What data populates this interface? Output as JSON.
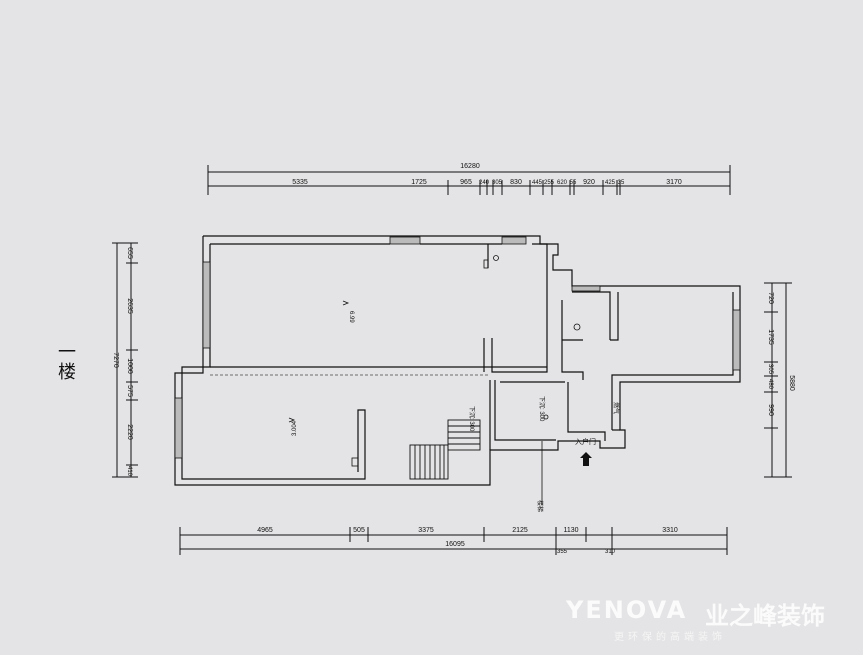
{
  "floor_label": "一楼",
  "top_dims": {
    "total": "16280",
    "segments": [
      "5335",
      "1725",
      "965",
      "240",
      "305",
      "830",
      "445",
      "255",
      "620",
      "55",
      "920",
      "425",
      "35",
      "3170"
    ]
  },
  "bottom_dims": {
    "segments": [
      "4965",
      "505",
      "3375",
      "2125",
      "1130",
      "3310"
    ],
    "total": "16095",
    "extra": [
      "355",
      "310"
    ]
  },
  "left_dims": {
    "total": "7270",
    "segments": [
      "655",
      "2635",
      "1000",
      "575",
      "2220",
      "410"
    ]
  },
  "right_dims": {
    "total": "5880",
    "segments": [
      "720",
      "1735",
      "305",
      "480",
      "990"
    ]
  },
  "room_labels": {
    "main_area": "6.99",
    "lower_area": "3.004",
    "sink_label": "下沉: 300",
    "door_label": "入户门",
    "stairs_label": "楼梯",
    "gas_label": "燃气"
  },
  "watermark": {
    "brand_en": "YENOVA",
    "brand_cn": "业之峰装饰",
    "slogan": "更环保的高端装饰"
  }
}
